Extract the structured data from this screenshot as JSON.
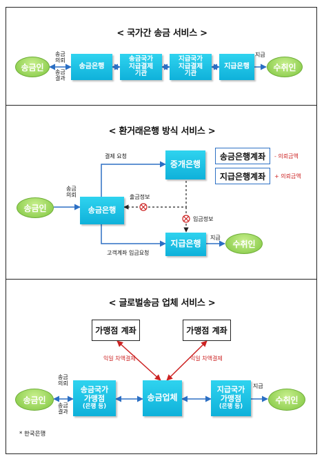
{
  "panel1": {
    "title": "< 국가간 송금 서비스 >",
    "sender": "송금인",
    "receiver": "수취인",
    "remit_request": [
      "송금",
      "의뢰"
    ],
    "remit_result": [
      "송금",
      "결과"
    ],
    "boxes": [
      {
        "lines": [
          "송금은행"
        ]
      },
      {
        "lines": [
          "송금국가",
          "지급결제",
          "기관"
        ]
      },
      {
        "lines": [
          "지급국가",
          "지급결제",
          "기관"
        ]
      },
      {
        "lines": [
          "지급은행"
        ]
      }
    ],
    "pay_label": "지급"
  },
  "panel2": {
    "title": "< 환거래은행 방식 서비스 >",
    "sender": "송금인",
    "receiver": "수취인",
    "remit_request": [
      "송금",
      "의뢰"
    ],
    "remit_bank": "송금은행",
    "intermediary_bank": "중개은행",
    "paying_bank": "지급은행",
    "settlement_request": "결제 요청",
    "withdrawal_info": "출금정보",
    "deposit_info": "입금정보",
    "customer_deposit_request": "고객계좌 입금요청",
    "pay_label": "지급",
    "accounts": [
      {
        "label": "송금은행계좌",
        "note": "- 의뢰금액"
      },
      {
        "label": "지급은행계좌",
        "note": "+ 의뢰금액"
      }
    ]
  },
  "panel3": {
    "title": "< 글로벌송금 업체 서비스 >",
    "sender": "송금인",
    "receiver": "수취인",
    "remit_request": [
      "송금",
      "의뢰"
    ],
    "remit_result": [
      "송금",
      "결과"
    ],
    "merchant_left": "가맹점 계좌",
    "merchant_right": "가맹점 계좌",
    "next_day_left": "익일 차액결제",
    "next_day_right": "익일 차액결제",
    "remit_agent": [
      "송금국가",
      "가맹점",
      "(은행 등)"
    ],
    "company": "송금업체",
    "pay_agent": [
      "지급국가",
      "가맹점",
      "(은행 등)"
    ],
    "pay_label": "지급"
  },
  "source_note": "* 한국은행",
  "colors": {
    "cyan": "#1ec3e6",
    "green": "#8dd04a",
    "blue_line": "#2b6fc4",
    "red_line": "#cc2222"
  }
}
